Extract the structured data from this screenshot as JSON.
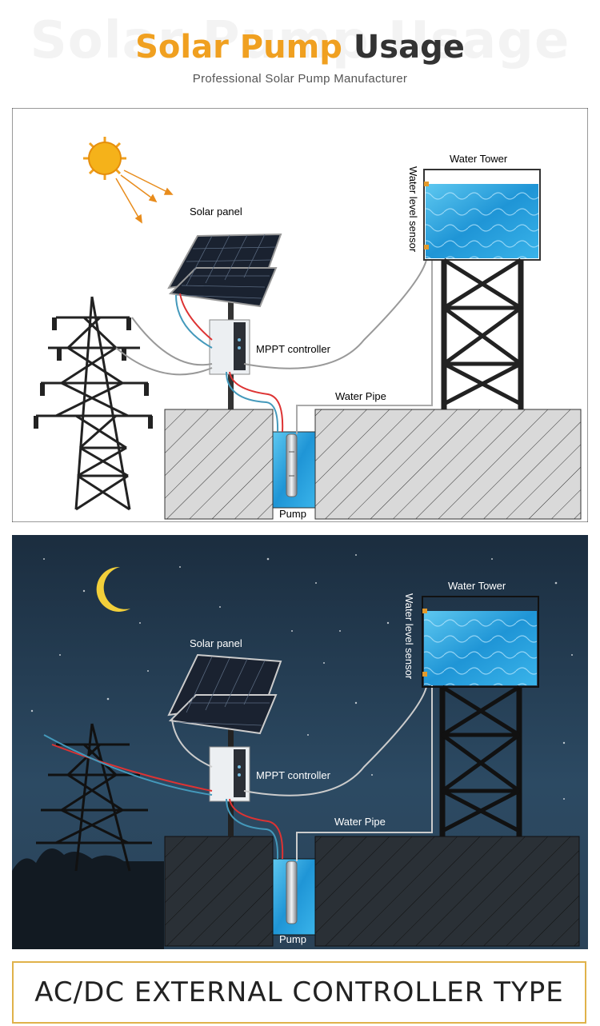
{
  "header": {
    "ghost_text": "Solar Pump Usage",
    "title_part1": "Solar Pump",
    "title_part2": "Usage",
    "subtitle": "Professional Solar Pump Manufacturer"
  },
  "day_diagram": {
    "labels": {
      "solar_panel": "Solar panel",
      "controller": "MPPT controller",
      "water_tower": "Water Tower",
      "sensor": "Water level sensor",
      "water_pipe": "Water Pipe",
      "pump": "Pump"
    }
  },
  "night_diagram": {
    "labels": {
      "solar_panel": "Solar panel",
      "controller": "MPPT controller",
      "water_tower": "Water Tower",
      "sensor": "Water level sensor",
      "water_pipe": "Water Pipe",
      "pump": "Pump"
    }
  },
  "footer": {
    "label": "AC/DC EXTERNAL CONTROLLER TYPE"
  },
  "colors": {
    "accent": "#f0a020",
    "title_dark": "#333333",
    "footer_border": "#e0b24a",
    "night_sky": "#1c3347"
  }
}
